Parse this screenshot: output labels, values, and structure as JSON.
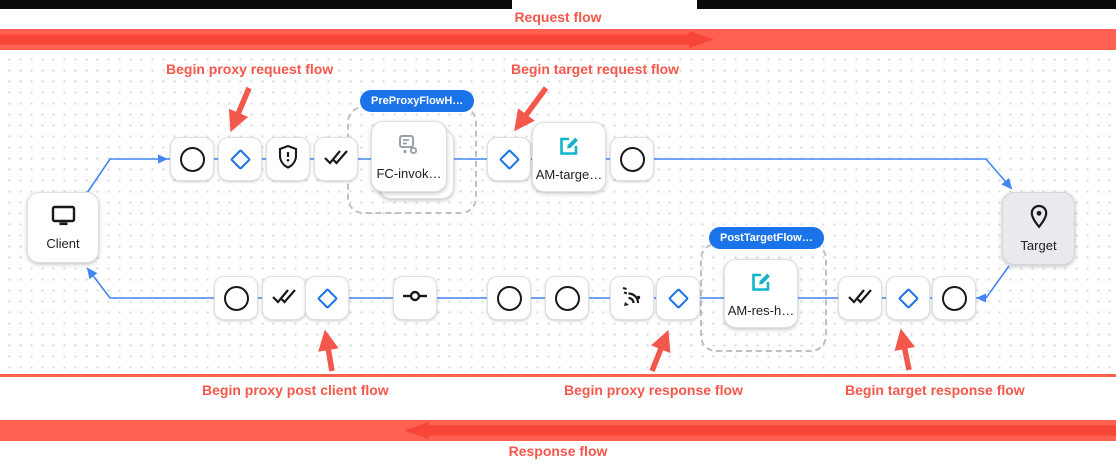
{
  "banner": {
    "request_label": "Request flow",
    "response_label": "Response flow"
  },
  "annotations": {
    "proxy_request": "Begin proxy request flow",
    "target_request": "Begin target request flow",
    "post_client": "Begin proxy post client flow",
    "proxy_response": "Begin proxy response flow",
    "target_response": "Begin target response flow"
  },
  "diagram": {
    "client_label": "Client",
    "target_label": "Target",
    "pre_proxy_badge": "PreProxyFlowH…",
    "post_target_badge": "PostTargetFlow…",
    "fc_policy_label": "FC-invok…",
    "am_target_policy_label": "AM-targe…",
    "am_response_policy_label": "AM-res-h…"
  },
  "colors": {
    "annotation_red": "#f4574b",
    "band_red": "#ff6052",
    "band_stripe": "#f74638",
    "edge_blue": "#4285f4",
    "badge_blue": "#1a73e8",
    "icon_teal": "#12b5cb",
    "icon_gray": "#9aa0a6"
  }
}
